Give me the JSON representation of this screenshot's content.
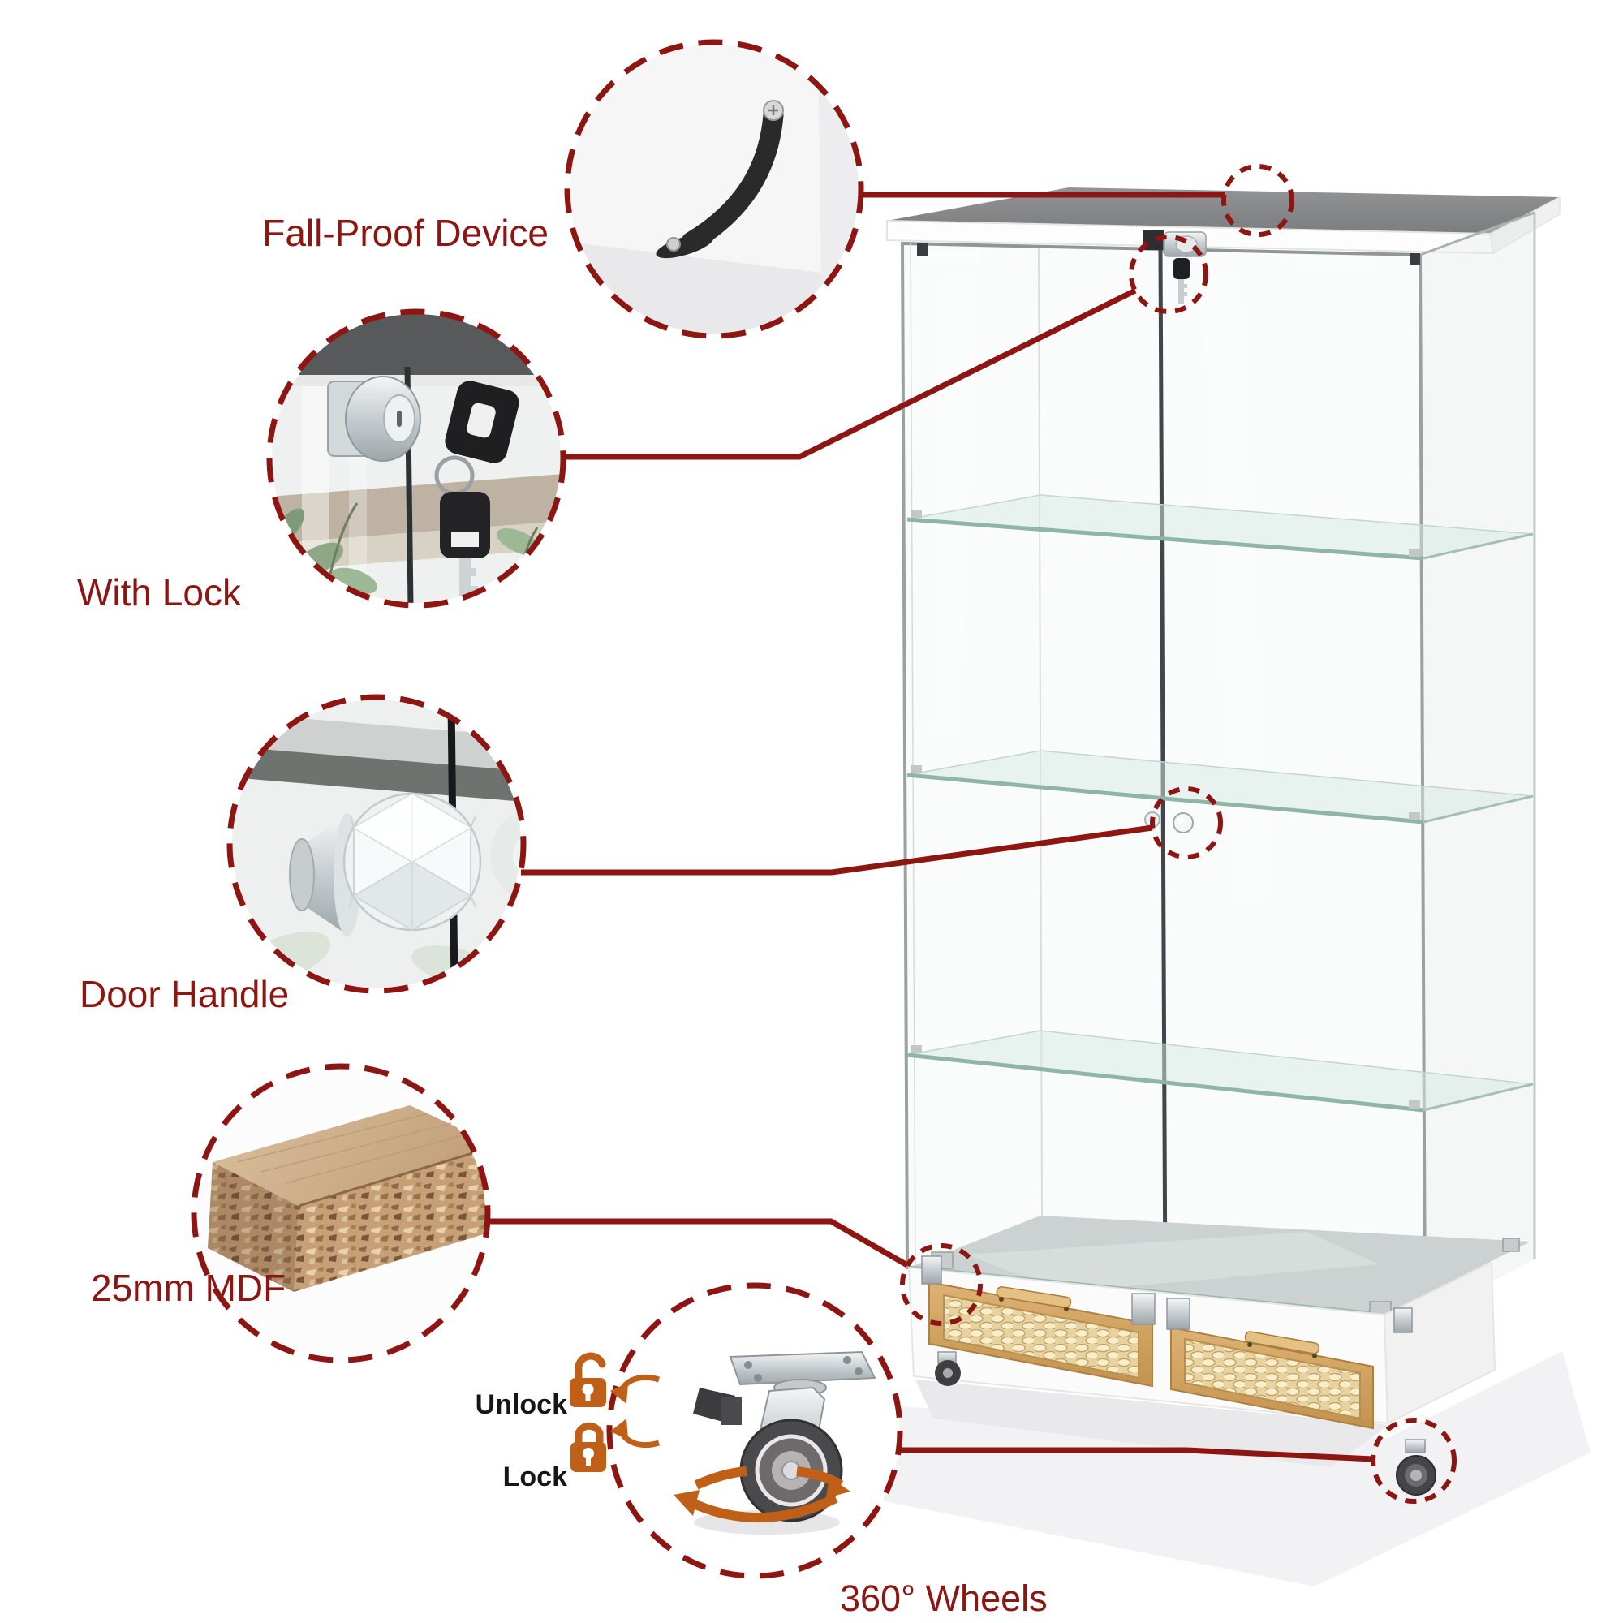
{
  "diagram_title": "Glass display cabinet feature callout diagram",
  "callouts": {
    "fall_proof": {
      "label": "Fall-Proof Device",
      "marker": "strap anchor on cabinet top"
    },
    "with_lock": {
      "label": "With Lock",
      "marker": "cam lock with keys at door top"
    },
    "door_handle": {
      "label": "Door Handle",
      "marker": "crystal knob on door divider"
    },
    "mdf": {
      "label": "25mm MDF",
      "marker": "hinge corner of base board"
    },
    "wheels": {
      "label": "360° Wheels",
      "marker": "swivel caster at base corner"
    }
  },
  "wheel_legend": {
    "unlock": "Unlock",
    "lock": "Lock"
  },
  "icons": {
    "unlock-icon": "open-padlock",
    "lock-icon": "closed-padlock",
    "rotate-arrow-icon": "curved-rotation-arrow",
    "caster-wheel-icon": "swivel-caster-wheel"
  },
  "colors": {
    "callout_red": "#8d1512",
    "accent_orange": "#c06018",
    "wood_frame": "#d2a35e",
    "rattan_panel": "#ecd9a8",
    "cabinet_top_gray": "#88898b",
    "glass_edge_green": "#8fb6a5"
  }
}
